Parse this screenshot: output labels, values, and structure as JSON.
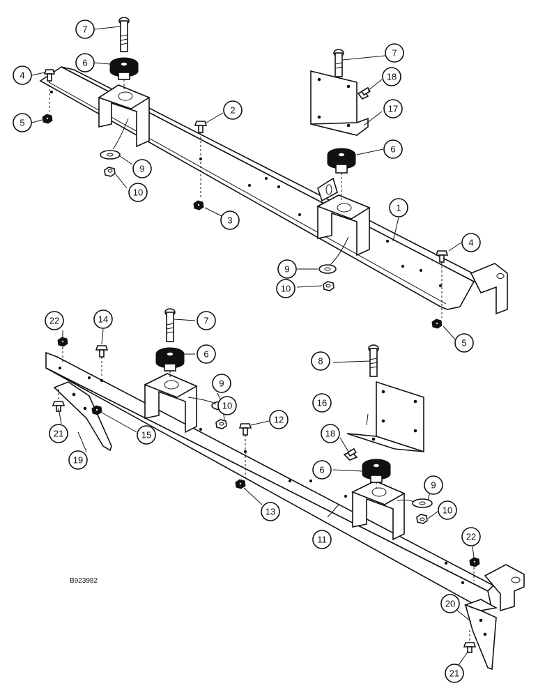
{
  "figure_code": "B923982",
  "callouts": {
    "c1": "1",
    "c2": "2",
    "c3": "3",
    "c4a": "4",
    "c4b": "4",
    "c5a": "5",
    "c5b": "5",
    "c6a": "6",
    "c6b": "6",
    "c6c": "6",
    "c6d": "6",
    "c7a": "7",
    "c7b": "7",
    "c7c": "7",
    "c8": "8",
    "c9a": "9",
    "c9b": "9",
    "c9c": "9",
    "c9d": "9",
    "c10a": "10",
    "c10b": "10",
    "c10c": "10",
    "c10d": "10",
    "c11": "11",
    "c12": "12",
    "c13": "13",
    "c14": "14",
    "c15": "15",
    "c16": "16",
    "c17": "17",
    "c18a": "18",
    "c18b": "18",
    "c19": "19",
    "c20": "20",
    "c21a": "21",
    "c21b": "21",
    "c22a": "22",
    "c22b": "22"
  }
}
